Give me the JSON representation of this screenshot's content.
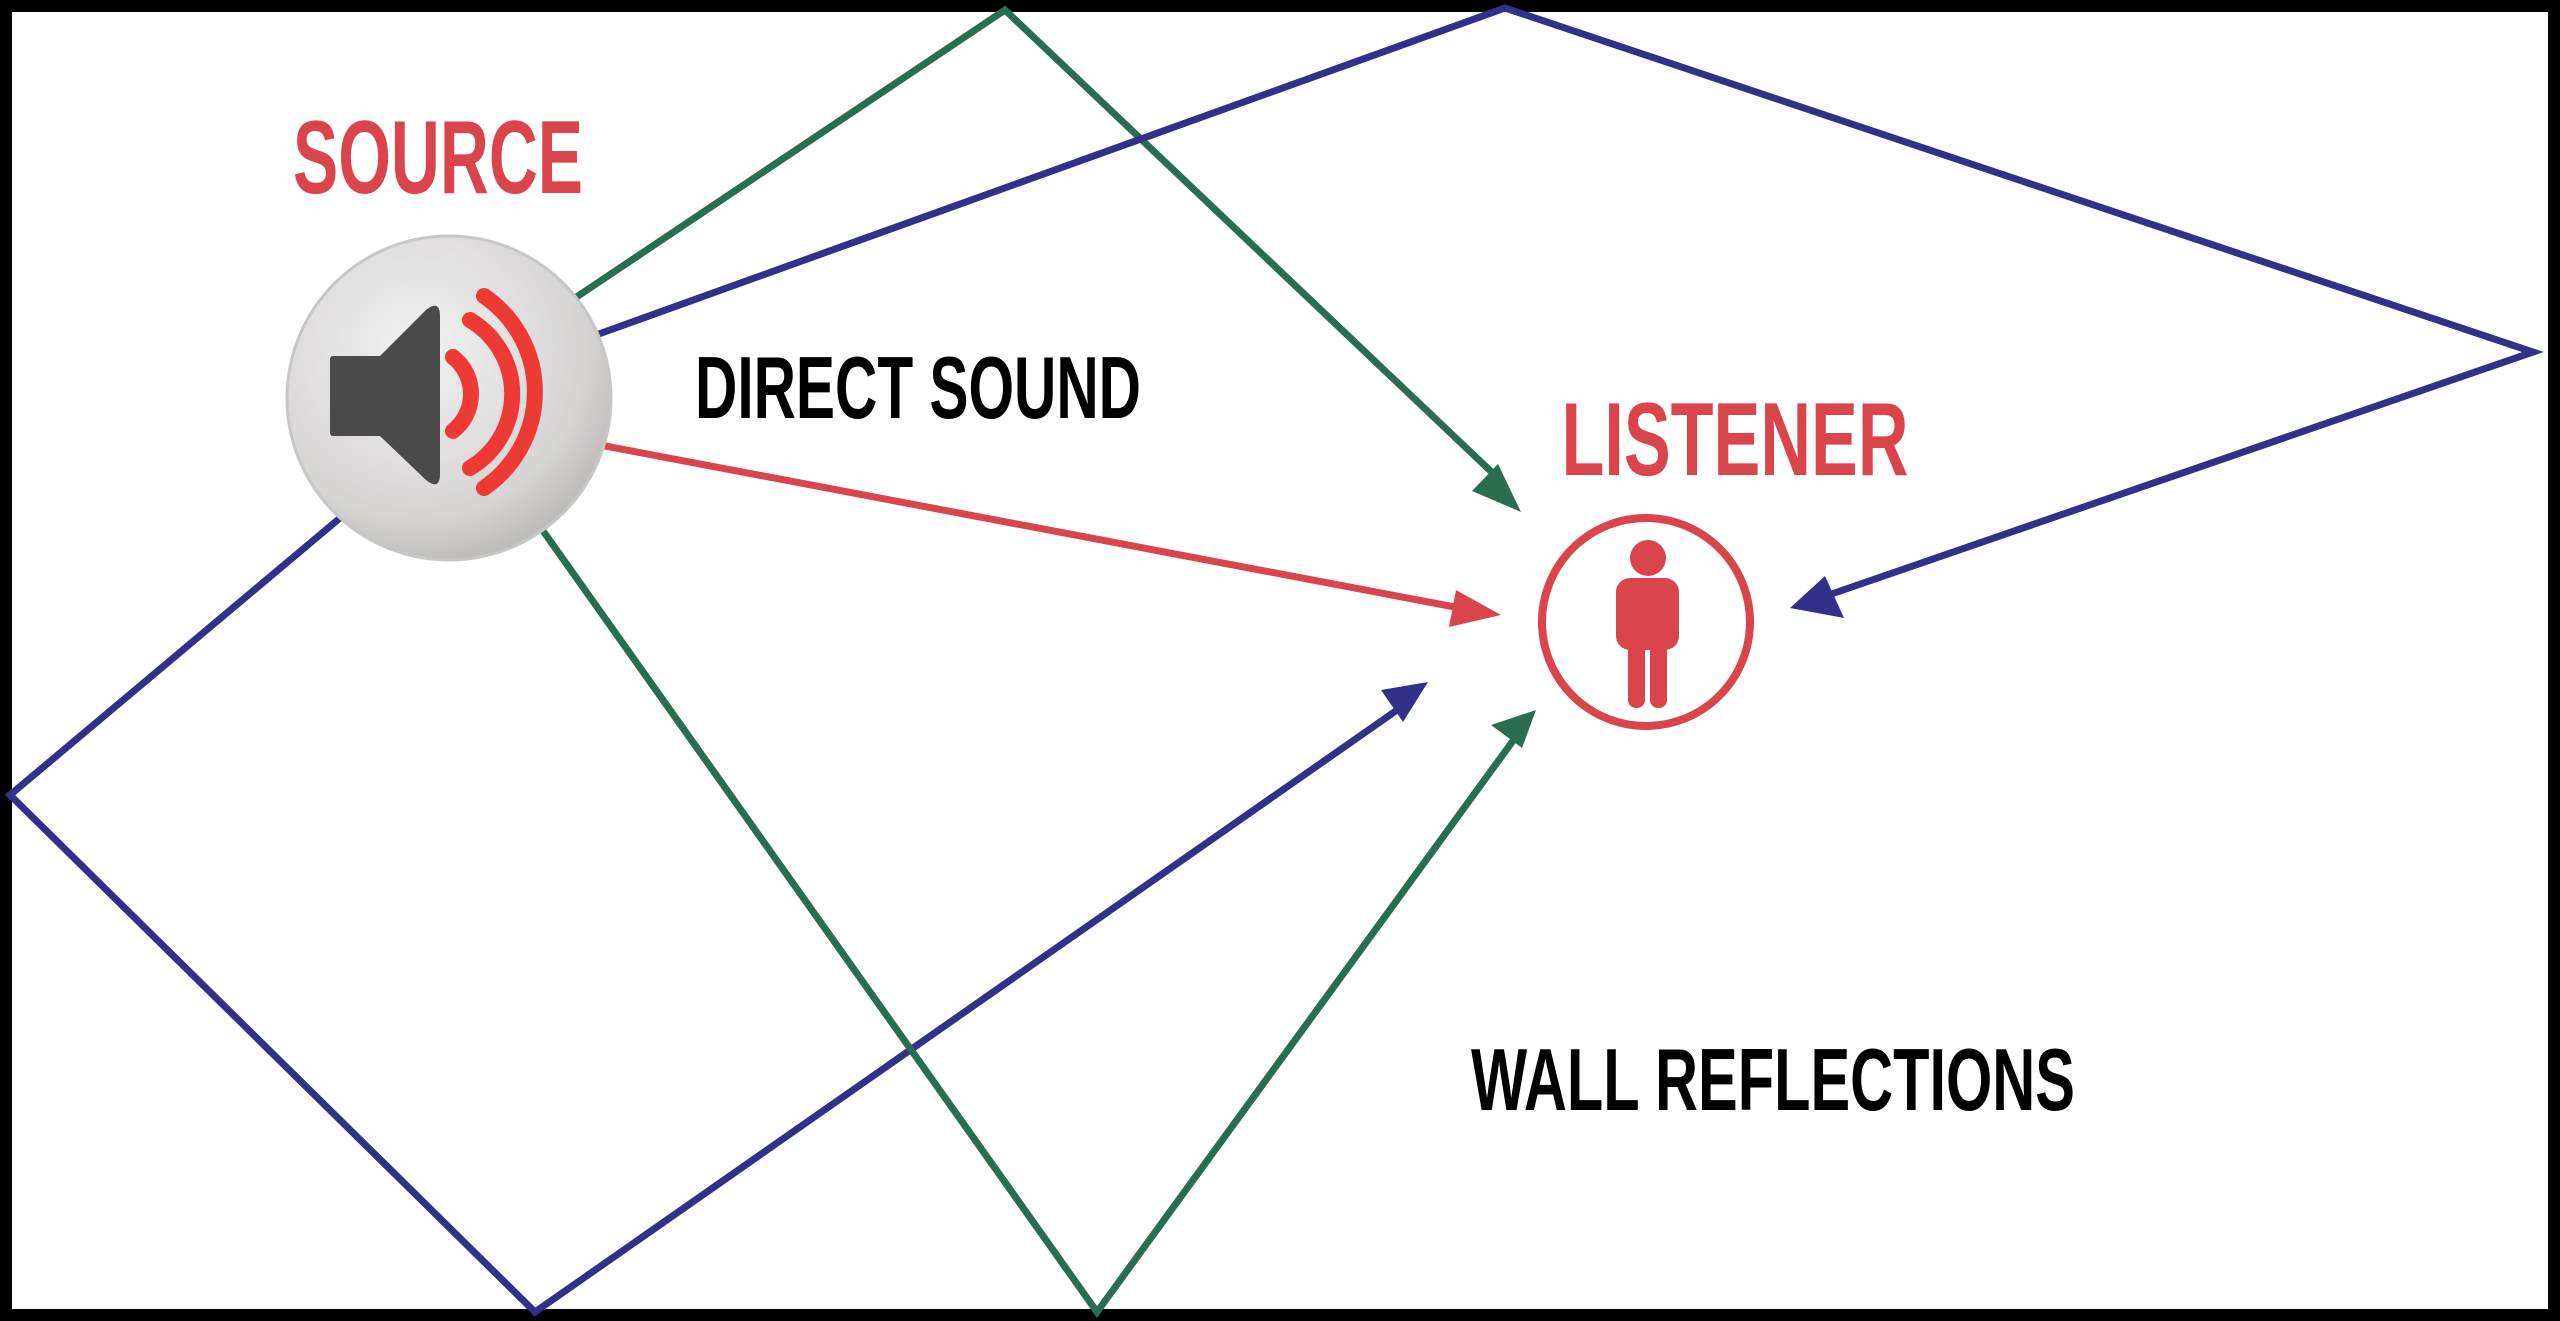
{
  "labels": {
    "source": "SOURCE",
    "listener": "LISTENER",
    "direct_sound": "DIRECT SOUND",
    "wall_reflections": "WALL REFLECTIONS"
  },
  "colors": {
    "frame": "#000000",
    "room": "#ffffff",
    "direct": "#d9454a",
    "reflection_green": "#2a6e52",
    "reflection_blue": "#33308a",
    "speaker_body": "#4a4a4a",
    "speaker_waves": "#ee3a35",
    "source_label": "#d9454a",
    "listener_label": "#d9454a"
  },
  "icons": {
    "source": "speaker-icon",
    "listener": "person-icon"
  }
}
